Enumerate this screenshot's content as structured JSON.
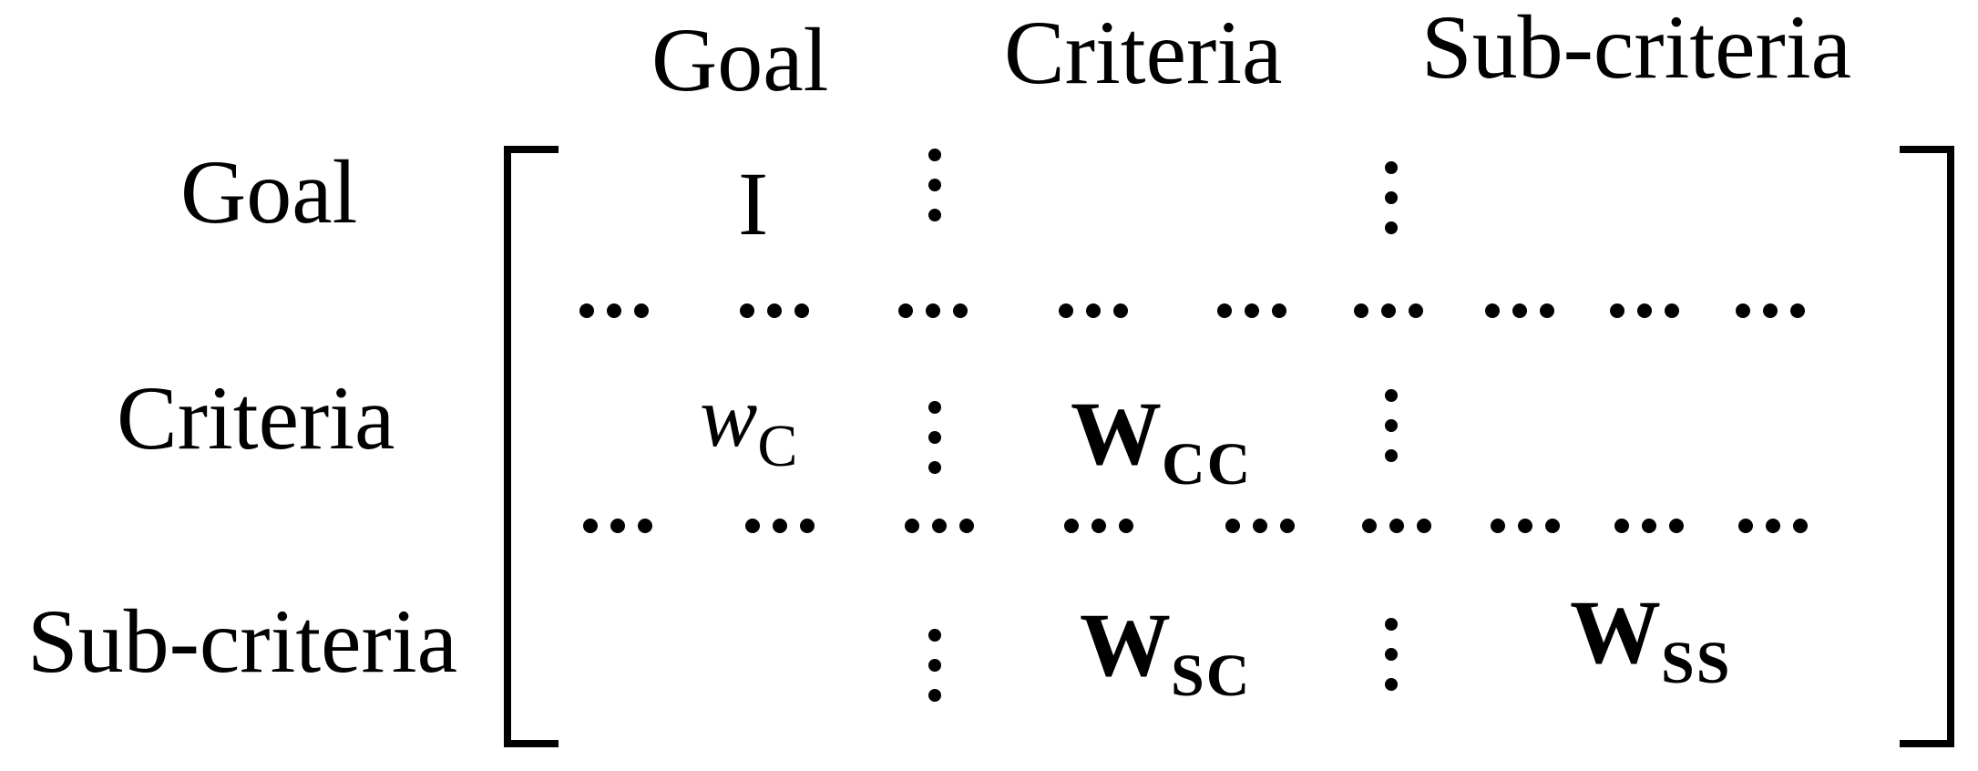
{
  "figure": {
    "description": "Block supermatrix structure with labeled clusters",
    "column_headers": [
      "Goal",
      "Criteria",
      "Sub-criteria"
    ],
    "row_labels": [
      "Goal",
      "Criteria",
      "Sub-criteria"
    ],
    "cells": [
      {
        "name": "cell-goal-goal",
        "base": "I",
        "sub": ""
      },
      {
        "name": "cell-criteria-goal",
        "base": "w",
        "sub": "C"
      },
      {
        "name": "cell-criteria-criteria",
        "base": "W",
        "sub": "CC"
      },
      {
        "name": "cell-subcriteria-criteria",
        "base": "W",
        "sub": "SC"
      },
      {
        "name": "cell-subcriteria-subcriteria",
        "base": "W",
        "sub": "SS"
      }
    ],
    "symbols": {
      "vertical_ellipsis": "⋮",
      "horizontal_ellipsis": "⋯"
    },
    "colors": {
      "foreground": "#000000",
      "background": "#ffffff"
    }
  }
}
